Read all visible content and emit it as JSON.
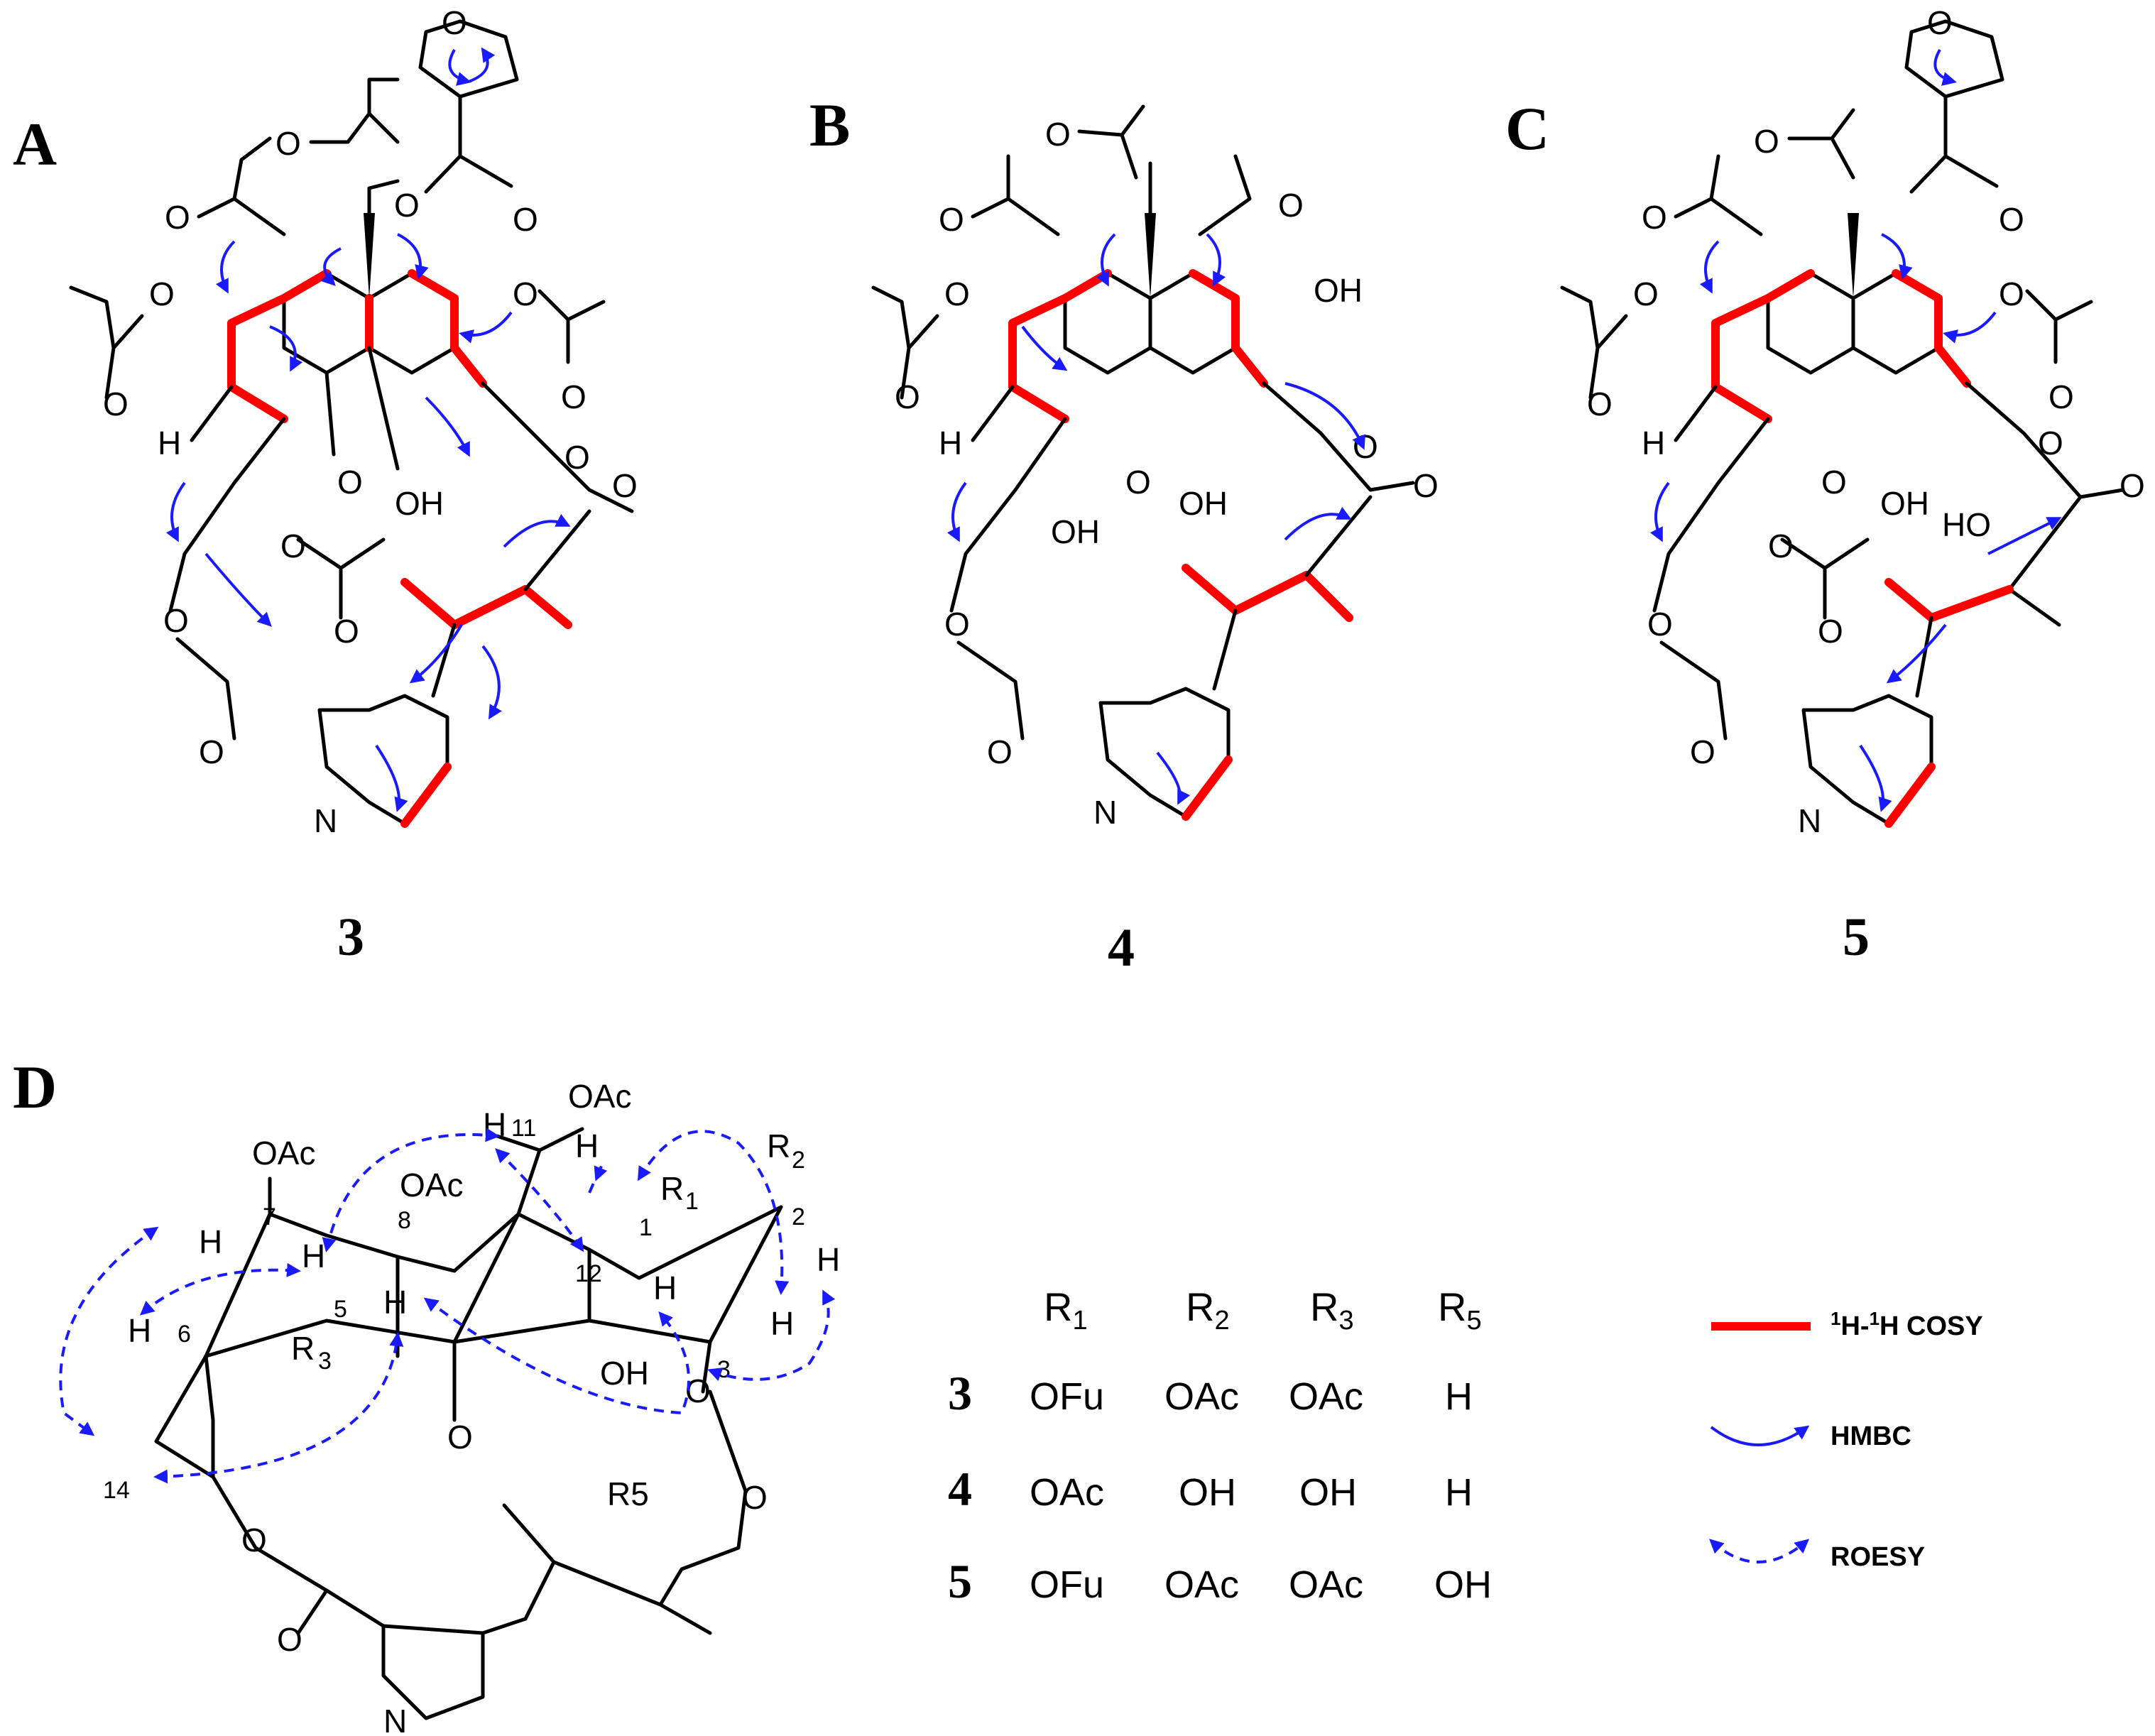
{
  "panels": {
    "A": {
      "label": "A",
      "compound": "3"
    },
    "B": {
      "label": "B",
      "compound": "4"
    },
    "C": {
      "label": "C",
      "compound": "5"
    },
    "D": {
      "label": "D"
    }
  },
  "atoms": {
    "O": "O",
    "OH": "OH",
    "HO": "HO",
    "H": "H",
    "N": "N",
    "OAc": "OAc",
    "R1": "R",
    "R2": "R",
    "R3": "R",
    "R5": "R5"
  },
  "numbers": {
    "n1": "1",
    "n2": "2",
    "n3": "3",
    "n5": "5",
    "n6": "6",
    "n7": "7",
    "n8": "8",
    "n11": "11",
    "n12": "12",
    "n14": "14",
    "s1": "1",
    "s2": "2",
    "s3": "3"
  },
  "table": {
    "headers": [
      "R1",
      "R2",
      "R3",
      "R5"
    ],
    "rows": [
      {
        "id": "3",
        "values": [
          "OFu",
          "OAc",
          "OAc",
          "H"
        ]
      },
      {
        "id": "4",
        "values": [
          "OAc",
          "OH",
          "OH",
          "H"
        ]
      },
      {
        "id": "5",
        "values": [
          "OFu",
          "OAc",
          "OAc",
          "OH"
        ]
      }
    ]
  },
  "legend": {
    "cosy_pre": "1",
    "cosy_h1": "H-",
    "cosy_sup2": "1",
    "cosy_h2": "H COSY",
    "hmbc": "HMBC",
    "roesy": "ROESY"
  },
  "colors": {
    "cosy": "#ff0000",
    "hmbc": "#1a1aff",
    "roesy": "#1a1aff",
    "bond": "#000000"
  }
}
